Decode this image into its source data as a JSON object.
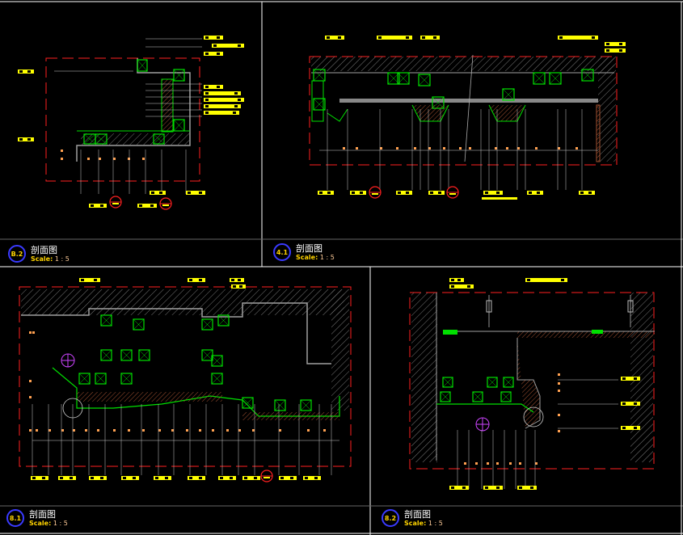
{
  "viewports": [
    {
      "id": "tl",
      "badge": "B.2",
      "title": "剖面图",
      "scale_label": "Scale:",
      "scale_value": "1 : 5"
    },
    {
      "id": "tr",
      "badge": "4.1",
      "title": "剖面图",
      "scale_label": "Scale:",
      "scale_value": "1 : 5"
    },
    {
      "id": "bl",
      "badge": "8.1",
      "title": "剖面图",
      "scale_label": "Scale:",
      "scale_value": "1 : 5"
    },
    {
      "id": "br",
      "badge": "8.2",
      "title": "剖面图",
      "scale_label": "Scale:",
      "scale_value": "1 : 5"
    }
  ],
  "colors": {
    "background": "#000000",
    "frame": "#ffffff",
    "border_red": "#ff2020",
    "structure_green": "#00e000",
    "label_yellow": "#ffff00",
    "dimension_orange": "#ffa050",
    "wall_gray": "#a0a0a0",
    "badge_blue": "#3a3aff",
    "hatch_brown": "#a05030"
  }
}
